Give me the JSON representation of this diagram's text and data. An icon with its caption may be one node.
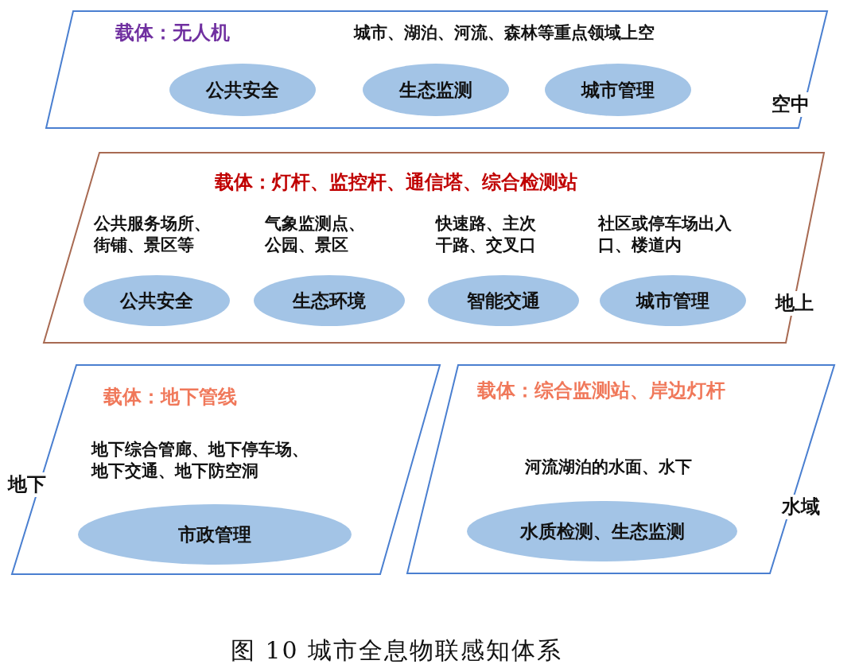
{
  "diagram": {
    "caption": "图 10 城市全息物联感知体系",
    "nodes": [
      {
        "text": [
          "载体：无人机",
          "城市、湖泊、河流、森林等重点领域上空"
        ],
        "beside": [
          "空中"
        ]
      },
      {
        "text": [
          "公共安全"
        ],
        "in": 0
      },
      {
        "text": [
          "生态监测"
        ],
        "in": 0
      },
      {
        "text": [
          "城市管理"
        ],
        "in": 0
      },
      {
        "text": [
          "载体：灯杆、监控杆、通信塔、综合检测站"
        ],
        "beside": [
          "地上"
        ]
      },
      {
        "text": [
          "公共安全"
        ],
        "in": 4,
        "beside": [
          "公共服务场所、街铺、景区等"
        ]
      },
      {
        "text": [
          "生态环境"
        ],
        "in": 4,
        "beside": [
          "气象监测点、公园、景区"
        ]
      },
      {
        "text": [
          "智能交通"
        ],
        "in": 4,
        "beside": [
          "快速路、主次干路、交叉口"
        ]
      },
      {
        "text": [
          "城市管理"
        ],
        "in": 4,
        "beside": [
          "社区或停车场出入口、楼道内"
        ]
      },
      {
        "text": [
          "载体：地下管线",
          "地下综合管廊、地下停车场、地下交通、地下防空洞"
        ],
        "beside": [
          "地下"
        ]
      },
      {
        "text": [
          "市政管理"
        ],
        "in": 9
      },
      {
        "text": [
          "载体：综合监测站、岸边灯杆",
          "河流湖泊的水面、水下"
        ],
        "beside": [
          "水域"
        ]
      },
      {
        "text": [
          "水质检测、生态监测"
        ],
        "in": 11
      }
    ]
  }
}
